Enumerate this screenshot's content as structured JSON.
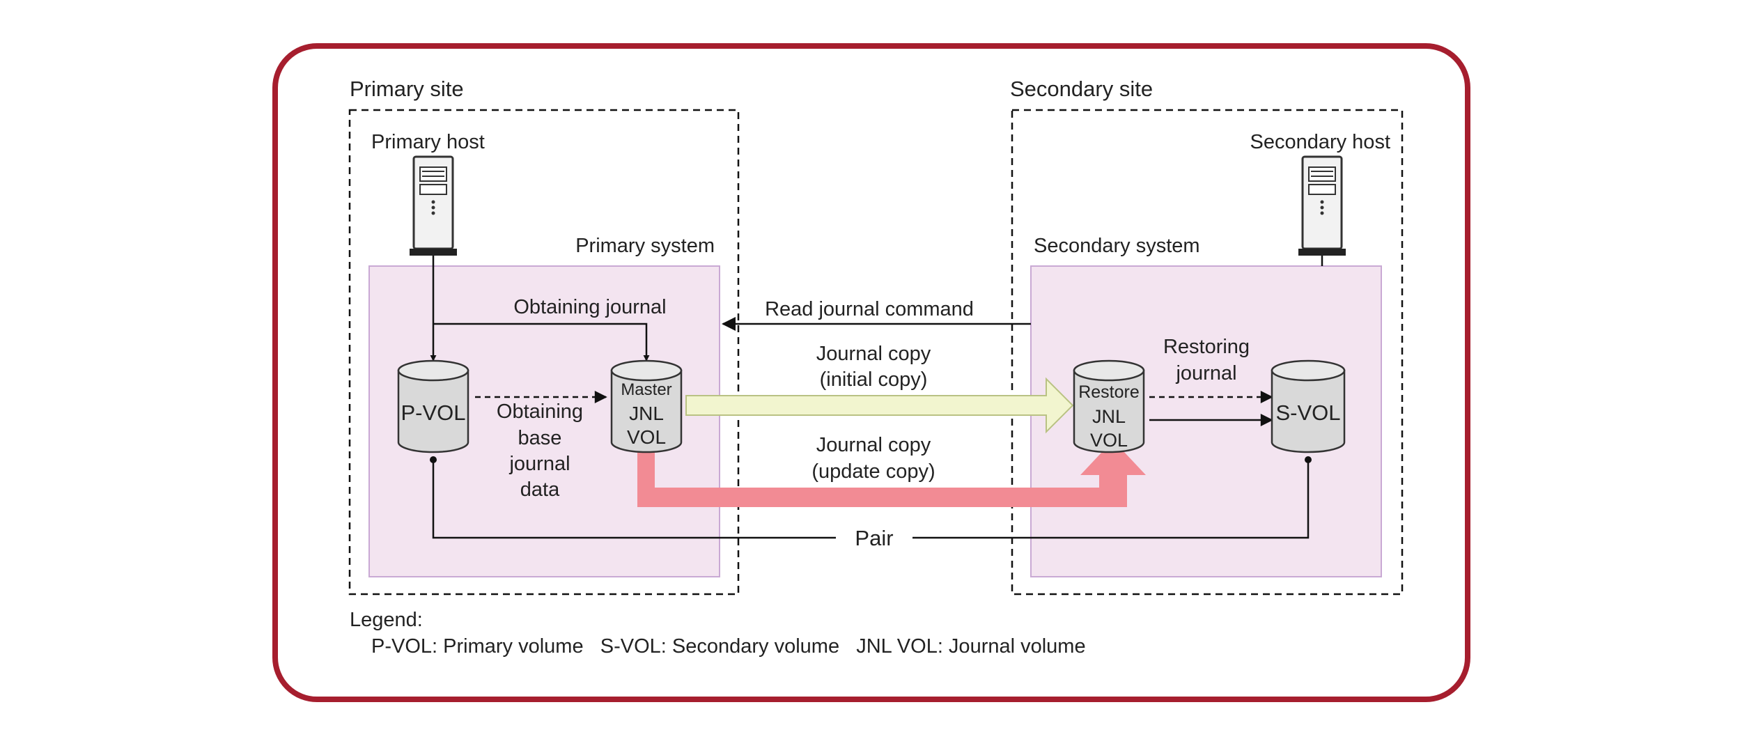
{
  "colors": {
    "frame": "#a61e2e",
    "system_fill": "#f3e4f0",
    "system_border": "#c9a9d4",
    "initial_copy_arrow": "#f2f5cf",
    "initial_copy_arrow_border": "#b9c283",
    "update_copy_arrow": "#f28b94",
    "volume_fill": "#d9d9d9"
  },
  "primary_site": {
    "label": "Primary site",
    "host_label": "Primary host",
    "host_icon": "server-icon",
    "system_label": "Primary system",
    "obtaining_journal": "Obtaining journal",
    "pvol": "P-VOL",
    "master_jnl": [
      "Master",
      "JNL",
      "VOL"
    ],
    "obtaining_base": [
      "Obtaining",
      "base",
      "journal",
      "data"
    ]
  },
  "secondary_site": {
    "label": "Secondary site",
    "host_label": "Secondary host",
    "host_icon": "server-icon",
    "system_label": "Secondary system",
    "restoring_journal": [
      "Restoring",
      "journal"
    ],
    "restore_jnl": [
      "Restore",
      "JNL",
      "VOL"
    ],
    "svol": "S-VOL"
  },
  "flows": {
    "read_journal_command": "Read journal command",
    "journal_copy_initial": [
      "Journal copy",
      "(initial copy)"
    ],
    "journal_copy_update": [
      "Journal copy",
      "(update copy)"
    ],
    "pair": "Pair"
  },
  "legend": {
    "title": "Legend:",
    "items": "P-VOL: Primary volume   S-VOL: Secondary volume   JNL VOL: Journal volume"
  }
}
